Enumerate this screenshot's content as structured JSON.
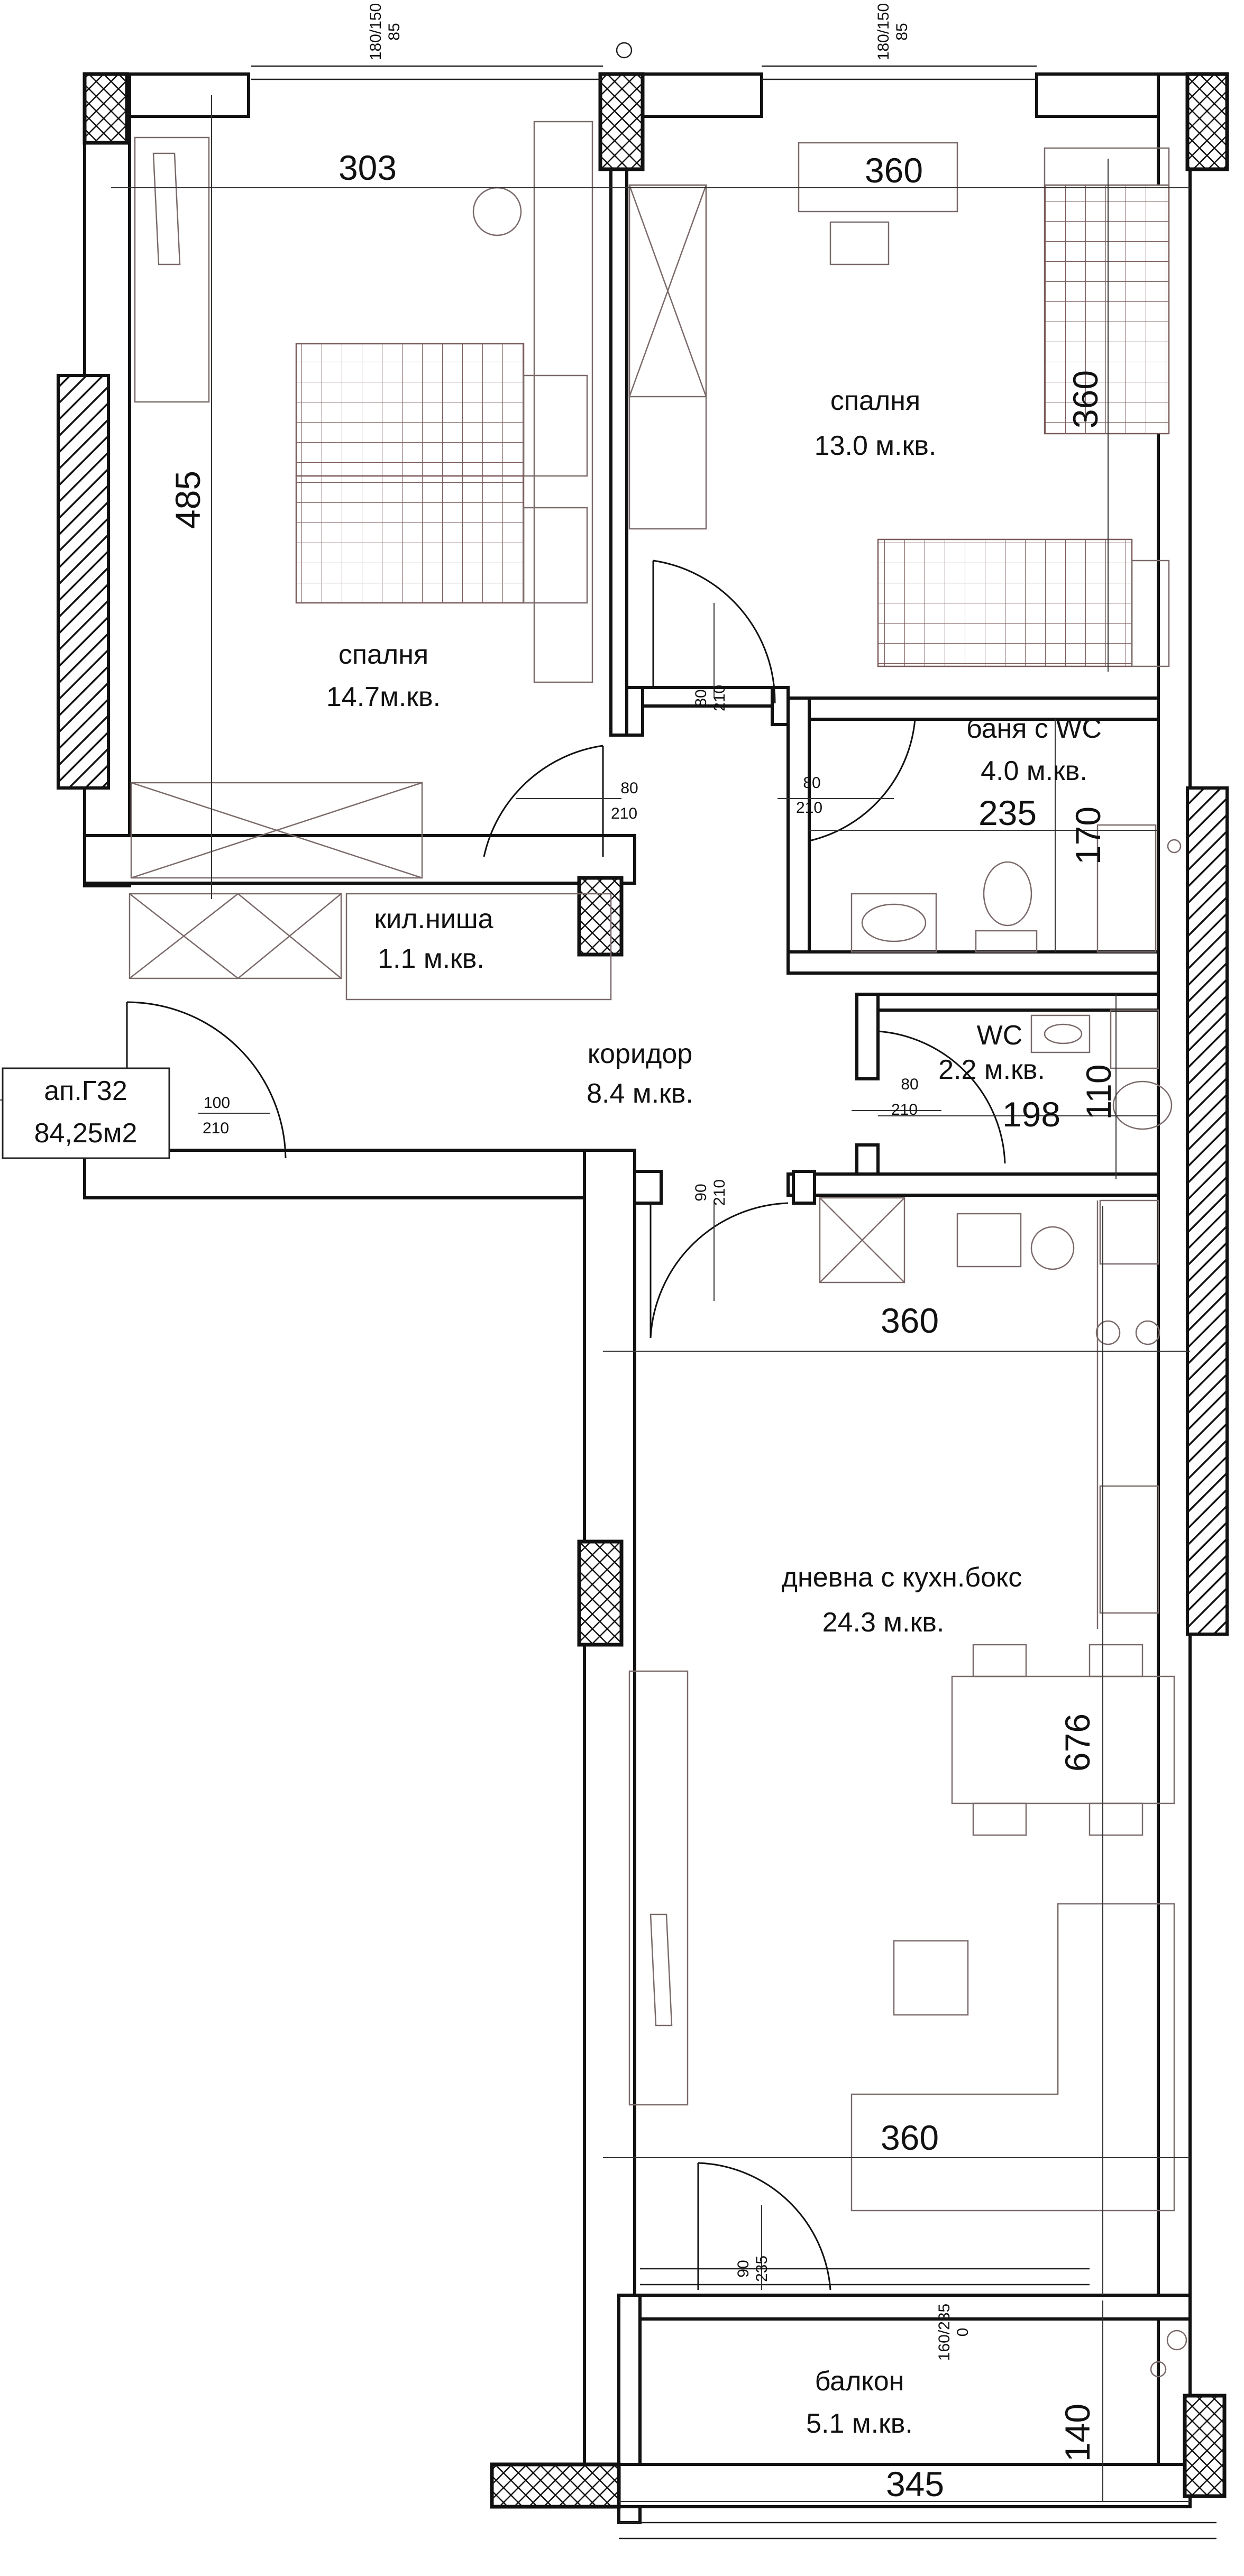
{
  "apartment": {
    "id": "ап.Г32",
    "area": "84,25м2"
  },
  "rooms": {
    "bedroom1": {
      "name": "спалня",
      "area": "14.7м.кв."
    },
    "bedroom2": {
      "name": "спалня",
      "area": "13.0 м.кв."
    },
    "bathroom": {
      "name": "баня с WC",
      "area": "4.0 м.кв."
    },
    "wc": {
      "name": "WC",
      "area": "2.2 м.кв."
    },
    "niche": {
      "name": "кил.ниша",
      "area": "1.1 м.кв."
    },
    "corridor": {
      "name": "коридор",
      "area": "8.4 м.кв."
    },
    "living": {
      "name": "дневна с кухн.бокс",
      "area": "24.3 м.кв."
    },
    "balcony": {
      "name": "балкон",
      "area": "5.1 м.кв."
    }
  },
  "dimensions": {
    "d303": "303",
    "d360_top": "360",
    "d360_bed": "360",
    "d485": "485",
    "d235": "235",
    "d170": "170",
    "d198": "198",
    "d110": "110",
    "d360_kitchen": "360",
    "d676": "676",
    "d360_living": "360",
    "d345": "345",
    "d140": "140"
  },
  "openings": {
    "win1": [
      "180/150",
      "85"
    ],
    "win2": [
      "180/150",
      "85"
    ],
    "door_bed1": [
      "80",
      "210"
    ],
    "door_bed2_v": [
      "80",
      "210"
    ],
    "door_bath": [
      "80",
      "210"
    ],
    "door_wc": [
      "80",
      "210"
    ],
    "door_entry": [
      "100",
      "210"
    ],
    "door_living": [
      "90",
      "210"
    ],
    "door_balcony": [
      "90",
      "235"
    ],
    "win_balcony": [
      "160/235",
      "0"
    ]
  }
}
